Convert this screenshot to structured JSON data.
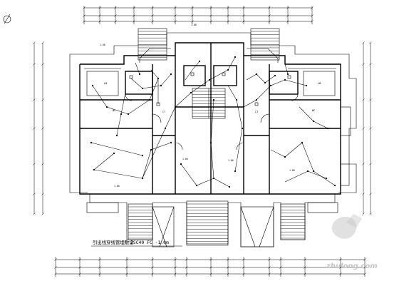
{
  "drawing": {
    "annotation_main": "引出线穿线管埋敷设",
    "annotation_spec": "2SC40 FC -1.0m",
    "north_mark": "∕",
    "room_tags": [
      "LB",
      "WC",
      "CT",
      "CT",
      "WC",
      "LB"
    ],
    "small_tags": [
      "1.00",
      "1.00",
      "1.00",
      "1.00",
      "1.00",
      "1.00"
    ]
  },
  "watermark": {
    "brand": "zhulong.com"
  },
  "colors": {
    "line": "#000000",
    "background": "#ffffff",
    "watermark": "#c8c8c8"
  }
}
